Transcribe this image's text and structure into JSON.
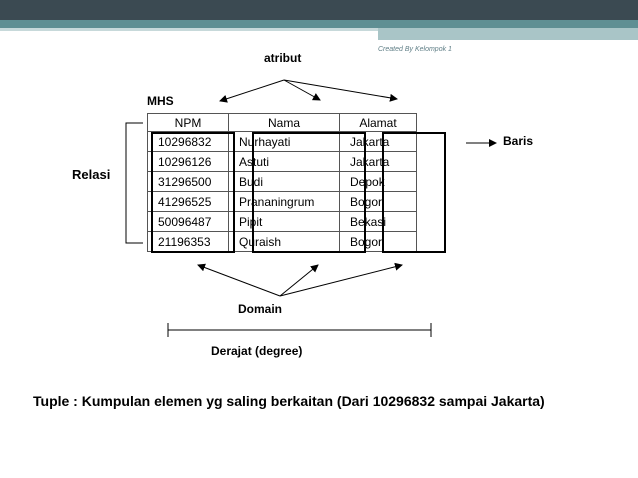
{
  "credit": "Created By Kelompok 1",
  "labels": {
    "atribut": "atribut",
    "mhs": "MHS",
    "relasi": "Relasi",
    "baris": "Baris",
    "domain": "Domain",
    "derajat": "Derajat (degree)"
  },
  "table": {
    "headers": [
      "NPM",
      "Nama",
      "Alamat"
    ],
    "rows": [
      [
        "10296832",
        "Nurhayati",
        "Jakarta"
      ],
      [
        "10296126",
        "Astuti",
        "Jakarta"
      ],
      [
        "31296500",
        "Budi",
        "Depok"
      ],
      [
        "41296525",
        "Prananingrum",
        "Bogor"
      ],
      [
        "50096487",
        "Pipit",
        "Bekasi"
      ],
      [
        "21196353",
        "Quraish",
        "Bogor"
      ]
    ]
  },
  "tuple_text": "Tuple : Kumpulan elemen yg saling berkaitan (Dari 10296832 sampai Jakarta)"
}
